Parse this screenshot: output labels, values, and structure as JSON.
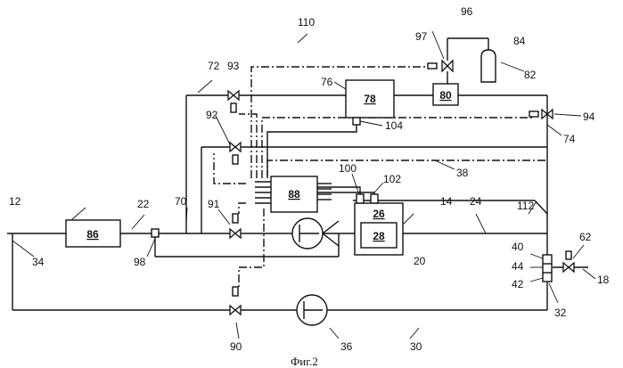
{
  "caption": "Фиг.2",
  "labels": {
    "l110": "110",
    "l96": "96",
    "l84": "84",
    "l97": "97",
    "l82": "82",
    "l72": "72",
    "l93": "93",
    "l76": "76",
    "l94": "94",
    "l92": "92",
    "l104": "104",
    "l74": "74",
    "l38": "38",
    "l100": "100",
    "l102": "102",
    "l12": "12",
    "l22": "22",
    "l70": "70",
    "l91": "91",
    "l14": "14",
    "l24": "24",
    "l112": "112",
    "l62": "62",
    "l34": "34",
    "l98": "98",
    "l20": "20",
    "l40": "40",
    "l44": "44",
    "l18": "18",
    "l42": "42",
    "l32": "32",
    "l90": "90",
    "l36": "36",
    "l30": "30"
  },
  "components": {
    "b86": "86",
    "b78": "78",
    "b80": "80",
    "b88": "88",
    "b26": "26",
    "b28": "28"
  }
}
